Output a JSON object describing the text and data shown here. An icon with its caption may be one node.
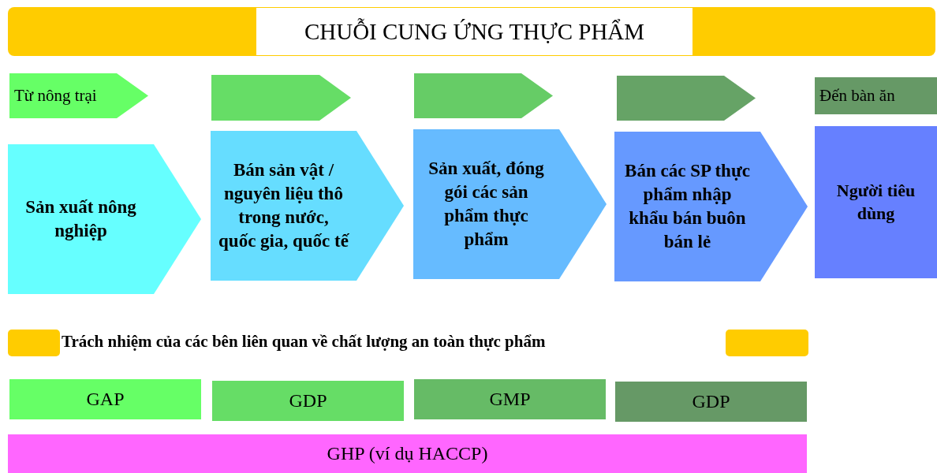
{
  "diagram": {
    "title": "CHUỖI CUNG ỨNG THỰC PHẨM",
    "nodes": [
      {
        "text": [
          "Từ nông trại"
        ]
      },
      {
        "text": [],
        "shape": "chevron"
      },
      {
        "text": [],
        "shape": "chevron"
      },
      {
        "text": [],
        "shape": "chevron"
      },
      {
        "text": [
          "Đến bàn ăn"
        ]
      },
      {
        "text": [
          "Sản xuất nông nghiệp"
        ]
      },
      {
        "text": [
          "Bán sản vật / nguyên liệu thô trong nước, quốc gia, quốc tế"
        ]
      },
      {
        "text": [
          "Sản xuất, đóng gói các sản phẩm thực phẩm"
        ]
      },
      {
        "text": [
          "Bán các SP thực phẩm nhập khẩu bán buôn bán lẻ"
        ]
      },
      {
        "text": [
          "Người tiêu dùng"
        ]
      },
      {
        "text": [
          "GAP"
        ]
      },
      {
        "text": [
          "GDP"
        ]
      },
      {
        "text": [
          "GMP"
        ]
      },
      {
        "text": [
          "GDP"
        ]
      },
      {
        "text": [
          "GHP (ví dụ HACCP)"
        ]
      }
    ],
    "labels": [
      "Trách nhiệm của các bên liên quan về chất lượng an toàn thực phẩm"
    ]
  }
}
